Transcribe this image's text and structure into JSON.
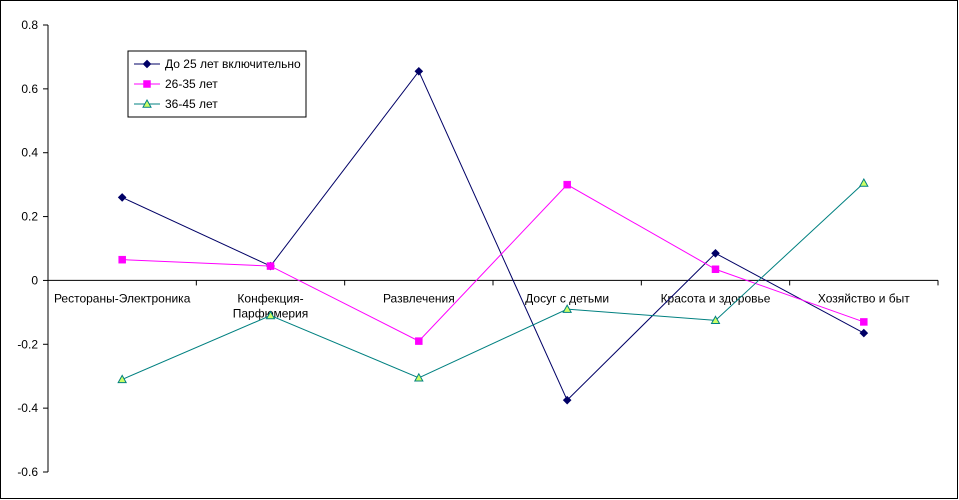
{
  "chart_data": {
    "type": "line",
    "title": "",
    "xlabel": "",
    "ylabel": "",
    "categories": [
      "Рестораны-Электроника",
      "Конфекция-Парфюмерия",
      "Развлечения",
      "Досуг с детьми",
      "Красота и здоровье",
      "Хозяйство и быт"
    ],
    "category_lines": [
      [
        "Рестораны-Электроника"
      ],
      [
        "Конфекция-",
        "Парфюмерия"
      ],
      [
        "Развлечения"
      ],
      [
        "Досуг с детьми"
      ],
      [
        "Красота и здоровье"
      ],
      [
        "Хозяйство и быт"
      ]
    ],
    "ylim": [
      -0.6,
      0.8
    ],
    "yticks": [
      -0.6,
      -0.4,
      -0.2,
      0,
      0.2,
      0.4,
      0.6,
      0.8
    ],
    "ytick_labels": [
      "-0.6",
      "-0.4",
      "-0.2",
      "0",
      "0.2",
      "0.4",
      "0.6",
      "0.8"
    ],
    "grid": false,
    "legend_position": "top-left",
    "series": [
      {
        "name": "До 25 лет включительно",
        "color": "#000066",
        "marker": "diamond",
        "values": [
          0.26,
          0.045,
          0.655,
          -0.375,
          0.085,
          -0.165
        ]
      },
      {
        "name": "26-35 лет",
        "color": "#ff00ff",
        "marker": "square",
        "values": [
          0.065,
          0.045,
          -0.19,
          0.3,
          0.035,
          -0.13
        ]
      },
      {
        "name": "36-45 лет",
        "color": "#008080",
        "marker": "triangle",
        "marker_fill": "#ccff66",
        "values": [
          -0.31,
          -0.11,
          -0.305,
          -0.09,
          -0.125,
          0.305
        ]
      }
    ]
  }
}
